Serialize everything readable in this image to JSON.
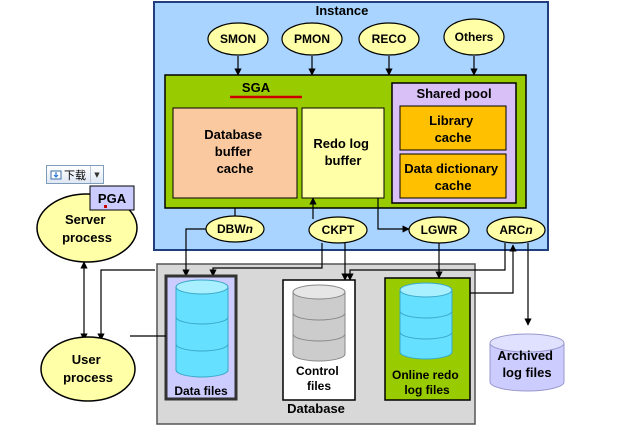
{
  "diagram": {
    "instance_label": "Instance",
    "background_processes": {
      "smon": "SMON",
      "pmon": "PMON",
      "reco": "RECO",
      "others": "Others"
    },
    "sga_label": "SGA",
    "db_buffer_cache": [
      "Database",
      "buffer",
      "cache"
    ],
    "redo_log_buffer": [
      "Redo log",
      "buffer"
    ],
    "shared_pool_label": "Shared pool",
    "library_cache": [
      "Library",
      "cache"
    ],
    "data_dictionary_cache": [
      "Data dictionary",
      "cache"
    ],
    "pga_label": "PGA",
    "server_process": [
      "Server",
      "process"
    ],
    "user_process": [
      "User",
      "process"
    ],
    "io_processes": {
      "dbwn_prefix": "DBW",
      "dbwn_suffix": "n",
      "ckpt": "CKPT",
      "lgwr": "LGWR",
      "arcn_prefix": "ARC",
      "arcn_suffix": "n"
    },
    "database_label": "Database",
    "data_files_label": "Data files",
    "control_files": [
      "Control",
      "files"
    ],
    "online_redo_log_files": [
      "Online redo",
      "log files"
    ],
    "archived_log_files": [
      "Archived",
      "log files"
    ],
    "download_button_label": "下载",
    "colors": {
      "instance_fill": "#a8d4ff",
      "sga_fill": "#99cc00",
      "db_buffer_fill": "#fbc99f",
      "redo_buffer_fill": "#ffffa8",
      "shared_pool_fill": "#d9c0f7",
      "cache_fill": "#ffc000",
      "oval_fill": "#ffffa8",
      "database_fill": "#d8d8d8",
      "cylinder_cyan": "#66e0ff",
      "cylinder_lavender": "#ccccff",
      "sga_underline": "#cc0000"
    }
  }
}
